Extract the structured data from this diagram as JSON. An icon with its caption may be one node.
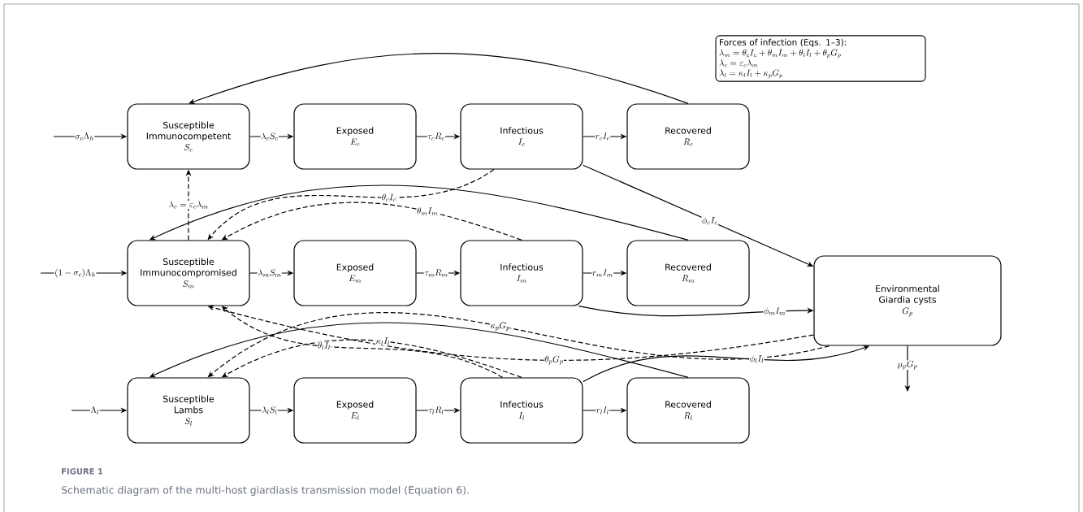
{
  "diagram": {
    "title": "FIGURE 1",
    "caption": "Schematic diagram of the multi-host giardiasis transmission model (Equation 6).",
    "nodes": [
      {
        "text": [
          "Susceptible Immunocompetent",
          "S_c"
        ]
      },
      {
        "text": [
          "Exposed",
          "E_c"
        ]
      },
      {
        "text": [
          "Infectious",
          "I_c"
        ]
      },
      {
        "text": [
          "Recovered",
          "R_c"
        ]
      },
      {
        "text": [
          "Susceptible Immunocompromised",
          "S_m"
        ]
      },
      {
        "text": [
          "Exposed",
          "E_m"
        ]
      },
      {
        "text": [
          "Infectious",
          "I_m"
        ]
      },
      {
        "text": [
          "Recovered",
          "R_m"
        ]
      },
      {
        "text": [
          "Susceptible Lambs",
          "S_l"
        ]
      },
      {
        "text": [
          "Exposed",
          "E_l"
        ]
      },
      {
        "text": [
          "Infectious",
          "I_l"
        ]
      },
      {
        "text": [
          "Recovered",
          "R_l"
        ]
      },
      {
        "text": [
          "Environmental Giardia cysts",
          "G_p"
        ]
      },
      {
        "text": [
          "Forces of infection (Eqs. 1–3):",
          "\\lambda_m = \\theta_c I_c + \\theta_m I_m + \\theta_l I_l + \\theta_p G_p",
          "\\lambda_c = \\varepsilon_c \\lambda_m",
          "\\lambda_l = \\kappa_l I_l + \\kappa_p G_p"
        ]
      }
    ],
    "edges": [
      {
        "from": null,
        "to": 0,
        "arrow": "to",
        "label": "\\sigma_c \\Lambda_h"
      },
      {
        "from": 0,
        "to": 1,
        "arrow": "to",
        "label": "\\lambda_c S_c"
      },
      {
        "from": 1,
        "to": 2,
        "arrow": "to",
        "label": "\\tau_c R_c"
      },
      {
        "from": 2,
        "to": 3,
        "arrow": "to",
        "label": "r_c I_c"
      },
      {
        "from": null,
        "to": 4,
        "arrow": "to",
        "label": "(1-\\sigma_c)\\Lambda_h"
      },
      {
        "from": 4,
        "to": 5,
        "arrow": "to",
        "label": "\\lambda_m S_m"
      },
      {
        "from": 5,
        "to": 6,
        "arrow": "to",
        "label": "\\tau_m R_m"
      },
      {
        "from": 6,
        "to": 7,
        "arrow": "to",
        "label": "r_m I_m"
      },
      {
        "from": null,
        "to": 8,
        "arrow": "to",
        "label": "\\Lambda_l"
      },
      {
        "from": 8,
        "to": 9,
        "arrow": "to",
        "label": "\\lambda_l S_l"
      },
      {
        "from": 9,
        "to": 10,
        "arrow": "to",
        "label": "\\tau_l R_l"
      },
      {
        "from": 10,
        "to": 11,
        "arrow": "to",
        "label": "r_l I_l"
      },
      {
        "from": 3,
        "to": 0,
        "arrow": "to"
      },
      {
        "from": 7,
        "to": 4,
        "arrow": "to"
      },
      {
        "from": 11,
        "to": 8,
        "arrow": "to"
      },
      {
        "from": 4,
        "to": 0,
        "arrow": "to",
        "label": "\\lambda_c = \\varepsilon_c \\lambda_m",
        "style": "dashed"
      },
      {
        "from": 2,
        "to": 4,
        "arrow": "to",
        "label": "\\theta_c I_c",
        "style": "dashed"
      },
      {
        "from": 6,
        "to": 4,
        "arrow": "to",
        "label": "\\theta_m I_m",
        "style": "dashed"
      },
      {
        "from": 10,
        "to": 4,
        "arrow": "to",
        "label": "\\theta_l I_l",
        "style": "dashed"
      },
      {
        "from": 12,
        "to": 4,
        "arrow": "to",
        "label": "\\theta_p G_p",
        "style": "dashed"
      },
      {
        "from": 10,
        "to": 8,
        "arrow": "to",
        "label": "\\kappa_l I_l",
        "style": "dashed"
      },
      {
        "from": 12,
        "to": 8,
        "arrow": "to",
        "label": "\\kappa_p G_p",
        "style": "dashed"
      },
      {
        "from": 2,
        "to": 12,
        "arrow": "to",
        "label": "\\phi_c I_c"
      },
      {
        "from": 6,
        "to": 12,
        "arrow": "to",
        "label": "\\phi_m I_m"
      },
      {
        "from": 10,
        "to": 12,
        "arrow": "to",
        "label": "\\phi_l I_l"
      },
      {
        "from": 12,
        "to": null,
        "arrow": "to",
        "label": "\\mu_p G_p"
      }
    ]
  }
}
